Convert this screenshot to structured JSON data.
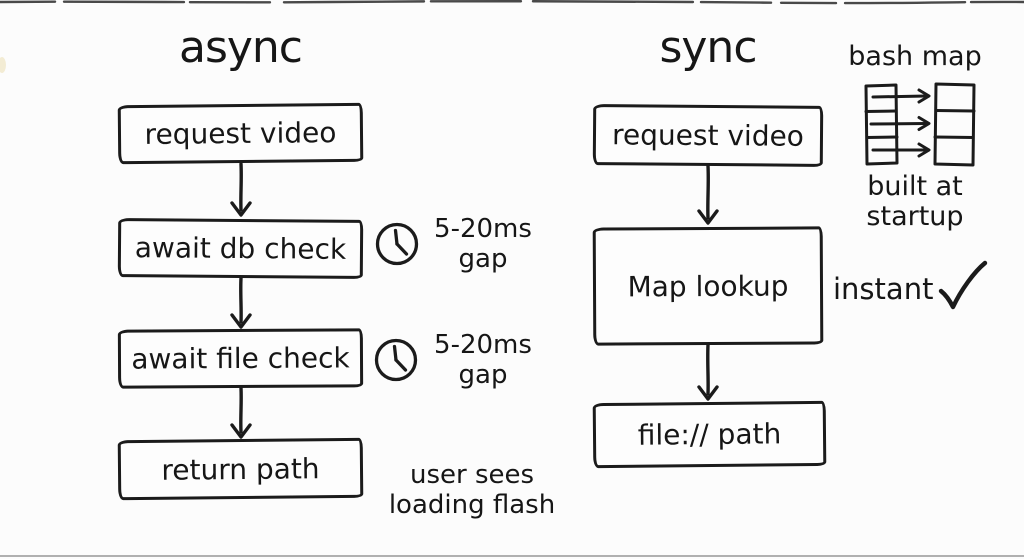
{
  "canvas": {
    "background": "#fcfcfc",
    "ink": "#1b1b1b"
  },
  "async_flow": {
    "title": "async",
    "box_request": "request video",
    "box_db": "await db check",
    "box_file": "await file check",
    "box_return": "return path",
    "gap_note_db": {
      "line1": "5-20ms",
      "line2": "gap",
      "icon": "clock-icon"
    },
    "gap_note_file": {
      "line1": "5-20ms",
      "line2": "gap",
      "icon": "clock-icon"
    },
    "footnote": {
      "line1": "user sees",
      "line2": "loading flash"
    }
  },
  "sync_flow": {
    "title": "sync",
    "box_request": "request video",
    "box_lookup": "Map lookup",
    "box_path": "file:// path",
    "instant_note": {
      "label": "instant",
      "icon": "checkmark-icon"
    }
  },
  "hash_map_panel": {
    "title": "bash map",
    "diagram_icon": "hash-map-diagram",
    "caption": {
      "line1": "built at",
      "line2": "startup"
    }
  }
}
